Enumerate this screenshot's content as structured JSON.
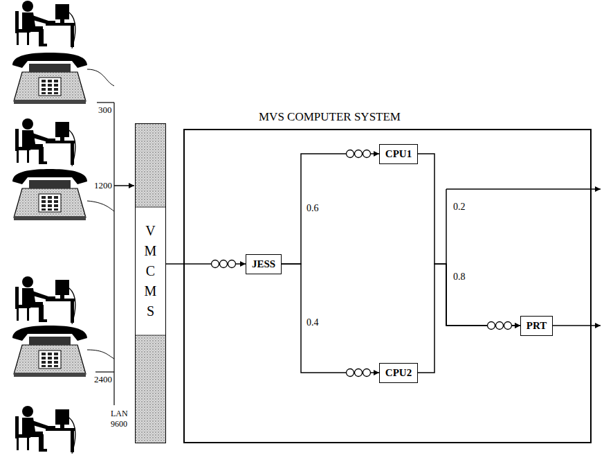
{
  "diagram": {
    "nodes": [
      {
        "text": [
          "VM CMS"
        ]
      },
      {
        "text": [
          "MVS COMPUTER SYSTEM"
        ]
      },
      {
        "text": [
          "JESS"
        ],
        "in": 1
      },
      {
        "text": [
          "CPU1"
        ],
        "in": 1
      },
      {
        "text": [
          "CPU2"
        ],
        "in": 1
      },
      {
        "text": [
          "PRT"
        ],
        "in": 1
      }
    ],
    "edges": [
      {
        "from": 0,
        "to": 2,
        "arrow": "to"
      },
      {
        "from": 2,
        "to": 3,
        "label": "0.6",
        "arrow": "to"
      },
      {
        "from": 2,
        "to": 4,
        "label": "0.4",
        "arrow": "to"
      },
      {
        "from": 3,
        "to": 5,
        "arrow": "to"
      },
      {
        "from": 4,
        "to": 5,
        "arrow": "to"
      }
    ],
    "labels": [
      "300",
      "1200",
      "2400",
      "LAN 9600",
      "0.2",
      "0.8"
    ]
  }
}
